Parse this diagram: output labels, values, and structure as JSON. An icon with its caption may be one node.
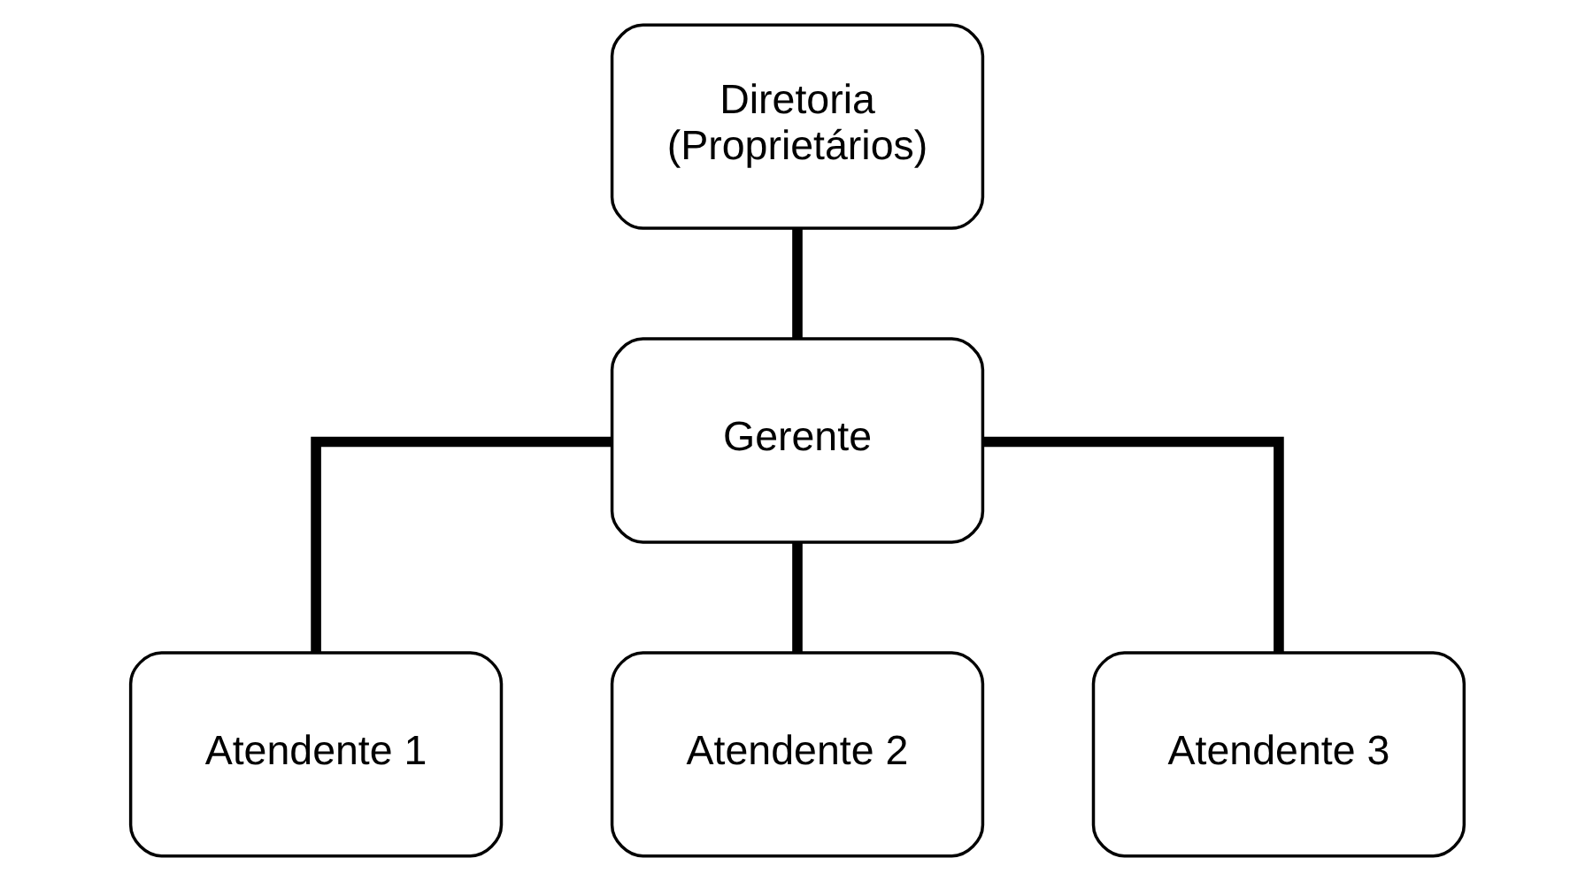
{
  "diagram": {
    "nodes": [
      {
        "text": [
          "Diretoria (Proprietários)"
        ]
      },
      {
        "text": [
          "Gerente"
        ]
      },
      {
        "text": [
          "Atendente 1"
        ]
      },
      {
        "text": [
          "Atendente 2"
        ]
      },
      {
        "text": [
          "Atendente 3"
        ]
      }
    ],
    "edges": [
      {
        "from": 0,
        "to": 1,
        "arrow": "none"
      },
      {
        "from": 1,
        "to": 2,
        "arrow": "none"
      },
      {
        "from": 1,
        "to": 3,
        "arrow": "none"
      },
      {
        "from": 1,
        "to": 4,
        "arrow": "none"
      }
    ]
  }
}
